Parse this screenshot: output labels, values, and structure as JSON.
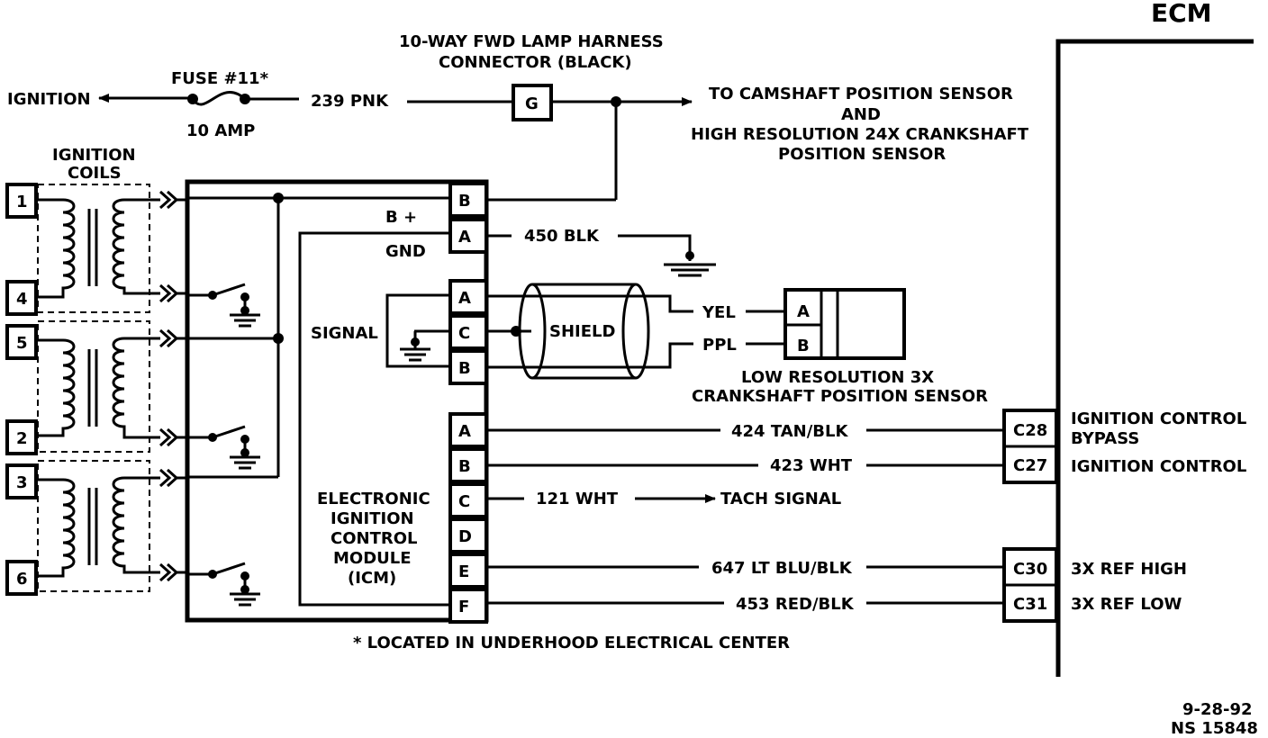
{
  "labels": {
    "ecm": "ECM",
    "ignition": "IGNITION",
    "fuse": "FUSE #11*",
    "fuse_amp": "10 AMP",
    "wire_239": "239 PNK",
    "harness_line1": "10-WAY FWD LAMP HARNESS",
    "harness_line2": "CONNECTOR (BLACK)",
    "harness_pin": "G",
    "to_line1": "TO CAMSHAFT POSITION SENSOR",
    "to_line2": "AND",
    "to_line3": "HIGH RESOLUTION 24X CRANKSHAFT",
    "to_line4": "POSITION SENSOR",
    "coils_line1": "IGNITION",
    "coils_line2": "COILS",
    "bplus": "B +",
    "gnd": "GND",
    "wire_450": "450 BLK",
    "signal": "SIGNAL",
    "shield": "SHIELD",
    "yel": "YEL",
    "ppl": "PPL",
    "sensor_line1": "LOW RESOLUTION 3X",
    "sensor_line2": "CRANKSHAFT POSITION SENSOR",
    "icm_line1": "ELECTRONIC",
    "icm_line2": "IGNITION",
    "icm_line3": "CONTROL",
    "icm_line4": "MODULE",
    "icm_line5": "(ICM)",
    "wire_424": "424 TAN/BLK",
    "wire_423": "423 WHT",
    "wire_121": "121 WHT",
    "tach": "TACH SIGNAL",
    "wire_647": "647 LT BLU/BLK",
    "wire_453": "453 RED/BLK",
    "ecm_c28": "C28",
    "ecm_c27": "C27",
    "ecm_c30": "C30",
    "ecm_c31": "C31",
    "desc_c28_line1": "IGNITION CONTROL",
    "desc_c28_line2": "BYPASS",
    "desc_c27": "IGNITION CONTROL",
    "desc_c30": "3X REF HIGH",
    "desc_c31": "3X REF LOW",
    "footnote": "*  LOCATED IN UNDERHOOD ELECTRICAL CENTER",
    "date": "9-28-92",
    "code": "NS 15848"
  },
  "coil_terminals": [
    "1",
    "4",
    "5",
    "2",
    "3",
    "6"
  ],
  "icm_pins": {
    "power": [
      "B",
      "A"
    ],
    "signal": [
      "A",
      "C",
      "B"
    ],
    "output": [
      "A",
      "B",
      "C",
      "D",
      "E",
      "F"
    ]
  },
  "sensor_pins": [
    "A",
    "B"
  ]
}
